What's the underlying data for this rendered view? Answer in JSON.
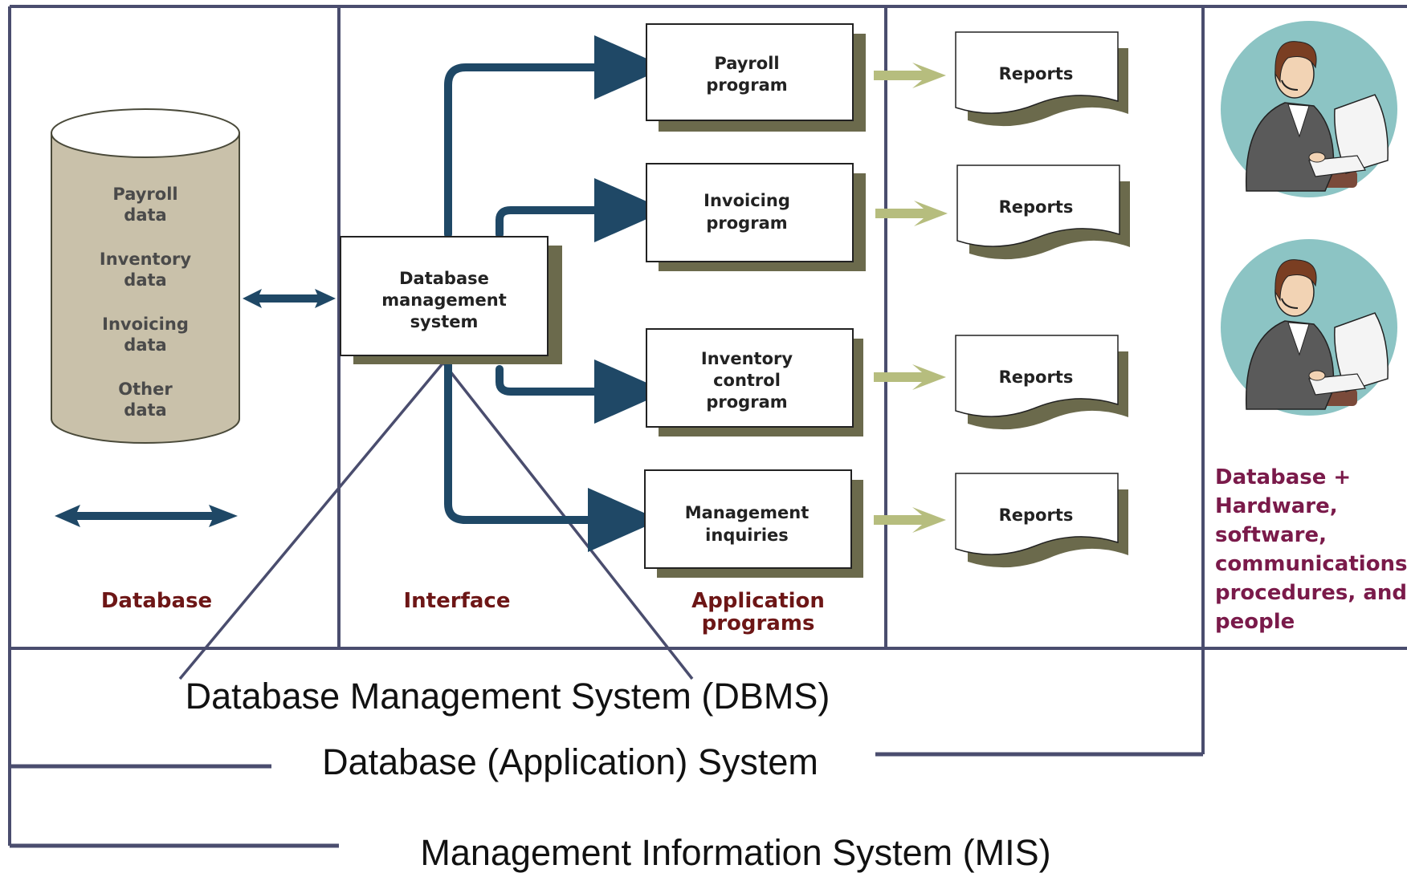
{
  "cylinder": {
    "items": [
      [
        "Payroll",
        "data"
      ],
      [
        "Inventory",
        "data"
      ],
      [
        "Invoicing",
        "data"
      ],
      [
        "Other",
        "data"
      ]
    ]
  },
  "dbms_box": [
    "Database",
    "management",
    "system"
  ],
  "programs": [
    [
      "Payroll",
      "program"
    ],
    [
      "Invoicing",
      "program"
    ],
    [
      "Inventory",
      "control",
      "program"
    ],
    [
      "Management",
      "inquiries"
    ]
  ],
  "reports": [
    "Reports",
    "Reports",
    "Reports",
    "Reports"
  ],
  "sections": {
    "database": "Database",
    "interface": "Interface",
    "application": [
      "Application",
      "programs"
    ]
  },
  "side_note": [
    "Database +",
    "Hardware,",
    "software,",
    "communications,",
    "procedures, and",
    "people"
  ],
  "captions": {
    "dbms": "Database Management System (DBMS)",
    "das": "Database (Application) System",
    "mis": "Management Information System (MIS)"
  },
  "colors": {
    "frame": "#4a4d6e",
    "arrow": "#1f4866",
    "shadow": "#6b6a4c",
    "cylinder": "#c9c1aa",
    "green_arrow": "#b6bd7e",
    "label": "#6d1616",
    "note": "#7a1a4a",
    "person_bg": "#8cc4c4"
  }
}
